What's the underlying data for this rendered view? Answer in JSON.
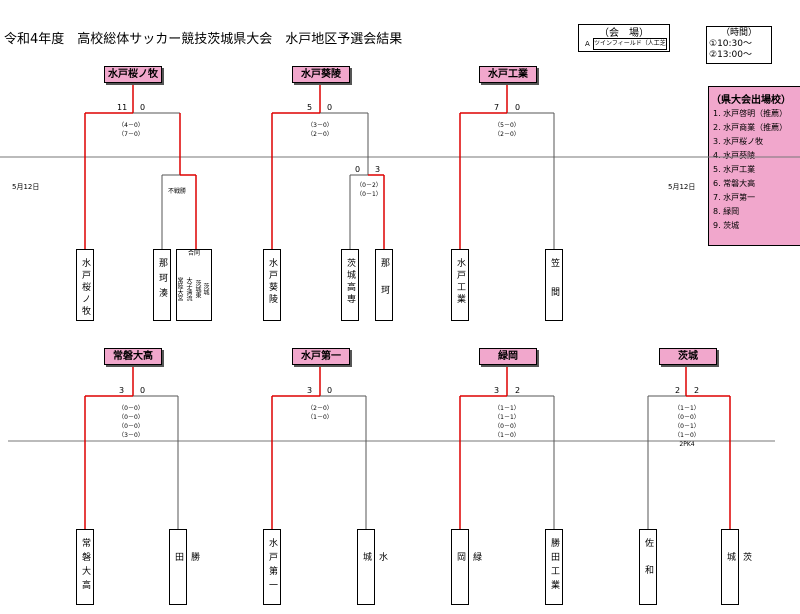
{
  "title": "令和4年度　高校総体サッカー競技茨城県大会　水戸地区予選会結果",
  "venue": {
    "heading": "（会　場）",
    "key": "A",
    "name": "ツインフィールド（人工芝）"
  },
  "times": {
    "heading": "（時間）",
    "slots": [
      "①10:30～",
      "②13:00～"
    ]
  },
  "qualifiers": {
    "heading": "（県大会出場校）",
    "items": [
      "1. 水戸啓明（推薦）",
      "2. 水戸商業（推薦）",
      "3. 水戸桜ノ牧",
      "4. 水戸葵陵",
      "5. 水戸工業",
      "6. 常磐大高",
      "7. 水戸第一",
      "8. 緑岡",
      "9. 茨城"
    ]
  },
  "dates": [
    "5月12日",
    "5月12日"
  ],
  "forfeit": "不戦勝",
  "top_blocks": [
    {
      "winner": "水戸桜ノ牧",
      "score": [
        "11",
        "0"
      ],
      "detail": [
        "（4－0）",
        "（7－0）"
      ]
    },
    {
      "winner": "水戸葵陵",
      "score": [
        "5",
        "0"
      ],
      "detail": [
        "（3－0）",
        "（2－0）"
      ]
    },
    {
      "winner": "水戸工業",
      "score": [
        "7",
        "0"
      ],
      "detail": [
        "（5－0）",
        "（2－0）"
      ]
    }
  ],
  "semi_score": [
    "0",
    "3"
  ],
  "semi_detail": [
    "（0－2）",
    "（0－1）"
  ],
  "top_teams": [
    "水戸桜ノ牧",
    "那珂湊",
    "水戸葵陵",
    "茨城高専",
    "那珂",
    "水戸工業",
    "笠間"
  ],
  "combined_team": {
    "heading": "合同",
    "columns": [
      "常陸大宮",
      "大子清流",
      "茨城東",
      "茨城"
    ]
  },
  "bottom_blocks": [
    {
      "winner": "常磐大高",
      "score": [
        "3",
        "0"
      ],
      "detail": [
        "（0－0）",
        "（0－0）",
        "（0－0）",
        "（3－0）"
      ],
      "pk": ""
    },
    {
      "winner": "水戸第一",
      "score": [
        "3",
        "0"
      ],
      "detail": [
        "（2－0）",
        "（1－0）"
      ],
      "pk": ""
    },
    {
      "winner": "緑岡",
      "score": [
        "3",
        "2"
      ],
      "detail": [
        "（1－1）",
        "（1－1）",
        "（0－0）",
        "（1－0）"
      ],
      "pk": ""
    },
    {
      "winner": "茨城",
      "score": [
        "2",
        "2"
      ],
      "detail": [
        "（1－1）",
        "（0－0）",
        "（0－1）",
        "（1－0）"
      ],
      "pk": "2PK4"
    }
  ],
  "bottom_teams": [
    "常磐大高",
    "勝田",
    "水戸第一",
    "水城",
    "緑岡",
    "勝田工業",
    "佐和",
    "茨城"
  ]
}
